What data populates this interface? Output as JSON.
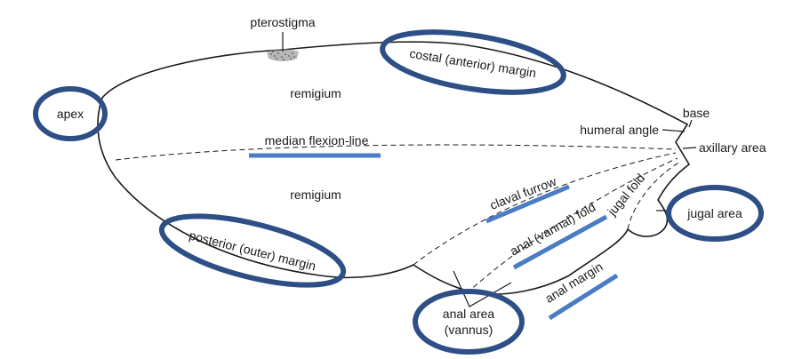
{
  "labels": {
    "pterostigma": "pterostigma",
    "costal_margin": "costal (anterior) margin",
    "apex": "apex",
    "remigium_upper": "remigium",
    "median_flexion_line": "median flexion-line",
    "base": "base",
    "humeral_angle": "humeral angle",
    "axillary_area": "axillary area",
    "remigium_lower": "remigium",
    "claval_furrow": "claval furrow",
    "jugal_fold": "jugal fold",
    "jugal_area": "jugal area",
    "anal_fold": "anal (vannal) fold",
    "posterior_margin": "posterior (outer) margin",
    "anal_margin": "anal margin",
    "anal_area_line1": "anal area",
    "anal_area_line2": "(vannus)"
  },
  "colors": {
    "outline": "#1a1a1a",
    "highlight": "#2d4f86",
    "underline": "#4a7cc4"
  }
}
